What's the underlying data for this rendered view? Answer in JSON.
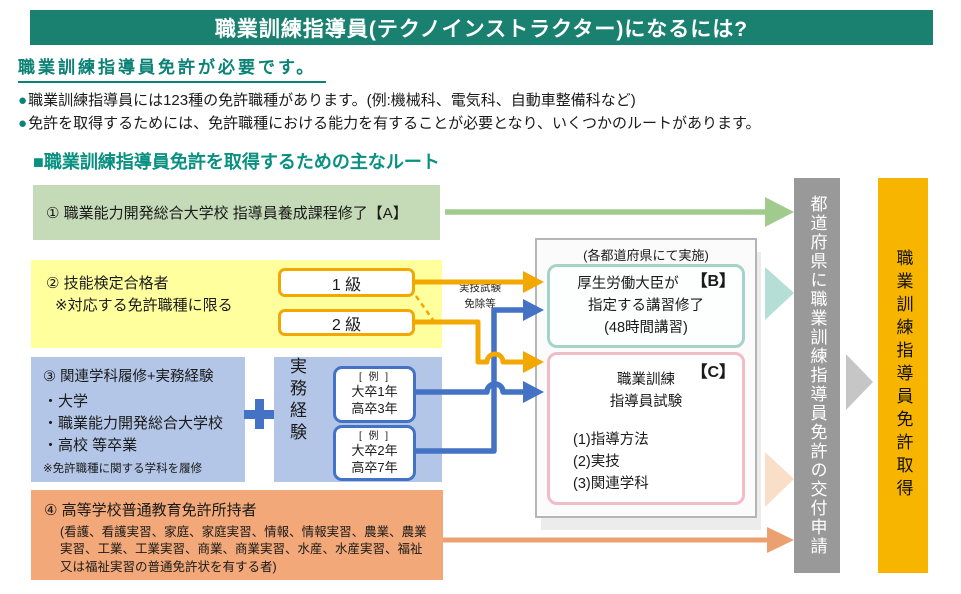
{
  "header": {
    "title": "職業訓練指導員(テクノインストラクター)になるには?"
  },
  "intro": {
    "heading": "職業訓練指導員免許が必要です。",
    "bullet_icon": "●",
    "bullets": [
      "職業訓練指導員には123種の免許職種があります。(例:機械科、電気科、自動車整備科など)",
      "免許を取得するためには、免許職種における能力を有することが必要となり、いくつかのルートがあります。"
    ]
  },
  "section": {
    "heading": "■職業訓練指導員免許を取得するための主なルート"
  },
  "routes": {
    "r1": {
      "label": "① 職業能力開発総合大学校 指導員養成課程修了【A】"
    },
    "r2": {
      "title": "② 技能検定合格者",
      "note": "※対応する免許職種に限る",
      "grade1": "1 級",
      "grade2": "2 級",
      "exemption_line1": "実技試験",
      "exemption_line2": "免除等"
    },
    "r3": {
      "title": "③ 関連学科履修+実務経験",
      "items": [
        "・大学",
        "・職業能力開発総合大学校",
        "・高校 等卒業"
      ],
      "note": "※免許職種に関する学科を履修",
      "experience_label": "実務経験",
      "examples": [
        {
          "tag": "[ 例 ]",
          "line1": "大卒1年",
          "line2": "高卒3年"
        },
        {
          "tag": "[ 例 ]",
          "line1": "大卒2年",
          "line2": "高卒7年"
        }
      ]
    },
    "r4": {
      "title": "④ 高等学校普通教育免許所持者",
      "detail": "(看護、看護実習、家庭、家庭実習、情報、情報実習、農業、農業実習、工業、工業実習、商業、商業実習、水産、水産実習、福祉又は福祉実習の普通免許状を有する者)"
    }
  },
  "center": {
    "caption": "(各都道府県にて実施)",
    "course_b": {
      "tag": "【B】",
      "line1": "厚生労働大臣が",
      "line2": "指定する講習修了",
      "line3": "(48時間講習)"
    },
    "course_c": {
      "tag": "【C】",
      "title_line1": "職業訓練",
      "title_line2": "指導員試験",
      "items": [
        "(1)指導方法",
        "(2)実技",
        "(3)関連学科"
      ]
    }
  },
  "bars": {
    "apply_label": "都道府県に職業訓練指導員免許の交付申請",
    "obtain_label": "職業訓練指導員免許取得"
  },
  "colors": {
    "header_teal": "#1a8070",
    "teal_text": "#0b8276",
    "green_box": "#c5dab6",
    "green_arrow": "#a1cb8d",
    "yellow_box": "#ffff9e",
    "amber_line": "#f2a800",
    "blue_box": "#b3c6e7",
    "blue_line": "#4472c4",
    "orange_box": "#f2a878",
    "orange_arrow": "#eca06f",
    "course_b_border": "#a5d3c8",
    "course_c_border": "#f0bcc8",
    "teal_arrow": "#b5ded6",
    "peach_arrow": "#fadfc8",
    "gray_arrow": "#c6c6c6",
    "gray_bar": "#999999",
    "amber_bar": "#f8b500"
  }
}
